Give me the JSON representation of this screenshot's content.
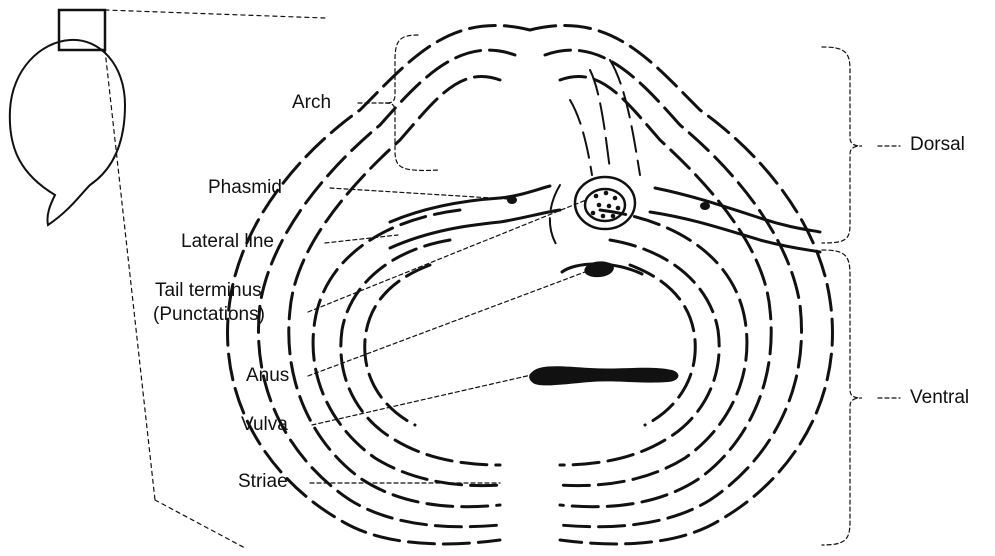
{
  "labels": {
    "arch": "Arch",
    "phasmid": "Phasmid",
    "lateral_line": "Lateral line",
    "tail_terminus": "Tail terminus",
    "punctations": "(Punctations)",
    "anus": "Anus",
    "vulva": "Vulva",
    "striae": "Striae",
    "dorsal": "Dorsal",
    "ventral": "Ventral"
  },
  "colors": {
    "ink": "#111111",
    "background": "#ffffff"
  }
}
